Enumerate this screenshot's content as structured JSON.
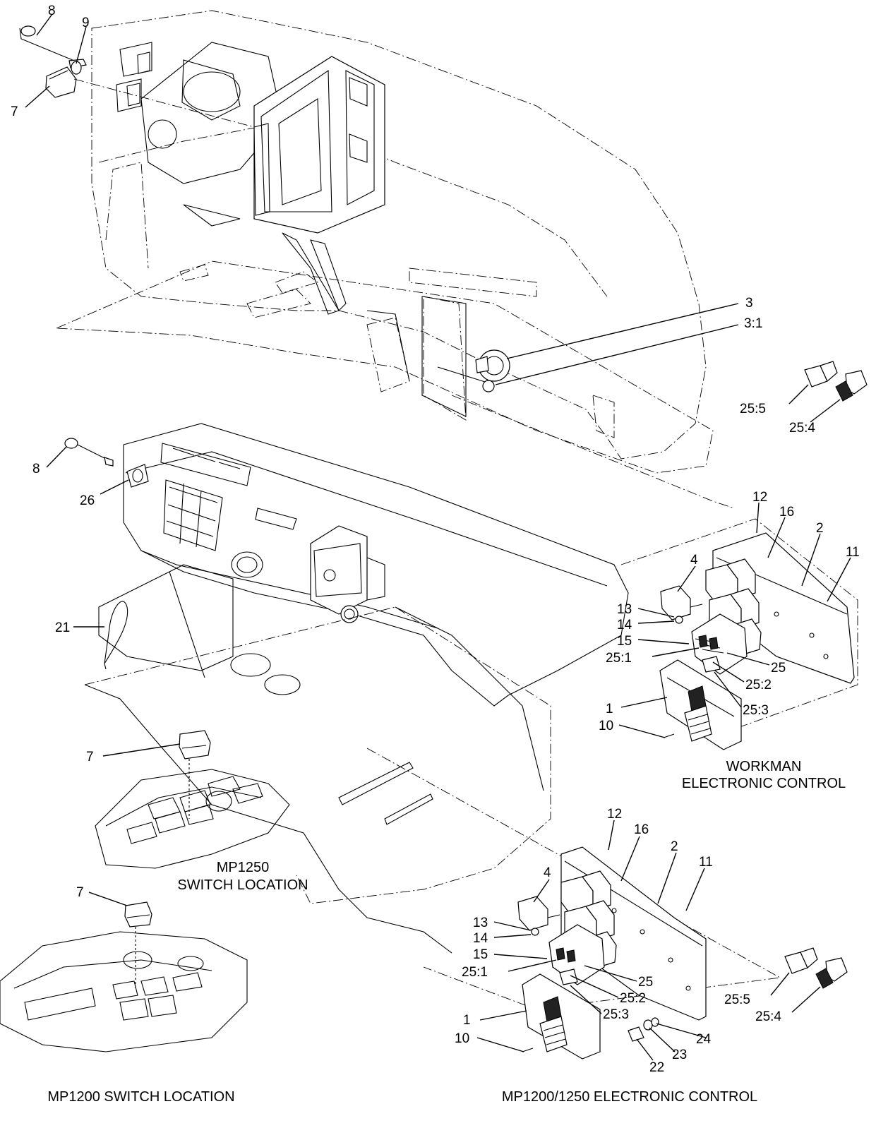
{
  "captions": {
    "workman_line1": "WORKMAN",
    "workman_line2": "ELECTRONIC CONTROL",
    "mp1250_line1": "MP1250",
    "mp1250_line2": "SWITCH LOCATION",
    "mp1200_switch": "MP1200 SWITCH LOCATION",
    "mp1200_1250_control": "MP1200/1250 ELECTRONIC CONTROL"
  },
  "callouts": {
    "top_8": "8",
    "top_9": "9",
    "top_7": "7",
    "top_3": "3",
    "top_3_1": "3:1",
    "top_25_5": "25:5",
    "top_25_4": "25:4",
    "mid_8": "8",
    "mid_26": "26",
    "mid_21": "21",
    "w_12": "12",
    "w_16": "16",
    "w_2": "2",
    "w_11": "11",
    "w_4": "4",
    "w_13": "13",
    "w_14": "14",
    "w_15": "15",
    "w_25_1": "25:1",
    "w_25": "25",
    "w_25_2": "25:2",
    "w_25_3": "25:3",
    "w_1": "1",
    "w_10": "10",
    "mp1250_7": "7",
    "mp1200_7": "7",
    "b_12": "12",
    "b_16": "16",
    "b_2": "2",
    "b_11": "11",
    "b_4": "4",
    "b_13": "13",
    "b_14": "14",
    "b_15": "15",
    "b_25_1": "25:1",
    "b_25": "25",
    "b_25_2": "25:2",
    "b_25_3": "25:3",
    "b_1": "1",
    "b_10": "10",
    "b_24": "24",
    "b_23": "23",
    "b_22": "22",
    "b_25_5": "25:5",
    "b_25_4": "25:4"
  }
}
